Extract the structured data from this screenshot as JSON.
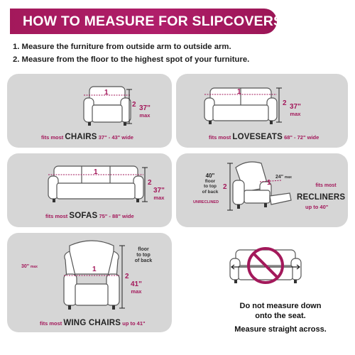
{
  "header": {
    "title": "HOW TO MEASURE FOR SLIPCOVERS"
  },
  "steps": [
    "1. Measure the furniture from outside arm to outside arm.",
    "2. Measure from the floor to the highest spot of your furniture."
  ],
  "chairs": {
    "n1": "1",
    "n2": "2",
    "height": "37\"",
    "max": "max",
    "fits": "fits most",
    "type": "CHAIRS",
    "range": "37\" - 43\" wide"
  },
  "loveseats": {
    "n1": "1",
    "n2": "2",
    "height": "37\"",
    "max": "max",
    "fits": "fits most",
    "type": "LOVESEATS",
    "range": "68\" - 72\" wide"
  },
  "sofas": {
    "n1": "1",
    "n2": "2",
    "height": "37\"",
    "max": "max",
    "fits": "fits most",
    "type": "SOFAS",
    "range": "75\" - 88\" wide"
  },
  "recliners": {
    "n1": "1",
    "n2": "2",
    "height": "40\"",
    "floor_note_1": "floor",
    "floor_note_2": "to top",
    "floor_note_3": "of back",
    "unreclined": "UNRECLINED",
    "arm": "24\"",
    "arm_max": "max",
    "fits": "fits most",
    "type": "RECLINERS",
    "range": "up to 40\""
  },
  "wing_chairs": {
    "n1": "1",
    "n2": "2",
    "arm": "30\"",
    "arm_max": "max",
    "floor_note_1": "floor",
    "floor_note_2": "to top",
    "floor_note_3": "of back",
    "height": "41\"",
    "max": "max",
    "fits": "fits most",
    "type": "WING CHAIRS",
    "range": "up to 41\""
  },
  "warning": {
    "line1": "Do not measure down",
    "line2": "onto the seat.",
    "line3": "Measure straight across."
  },
  "colors": {
    "accent": "#a3195b",
    "panel": "#d6d6d6",
    "ink": "#222222"
  }
}
